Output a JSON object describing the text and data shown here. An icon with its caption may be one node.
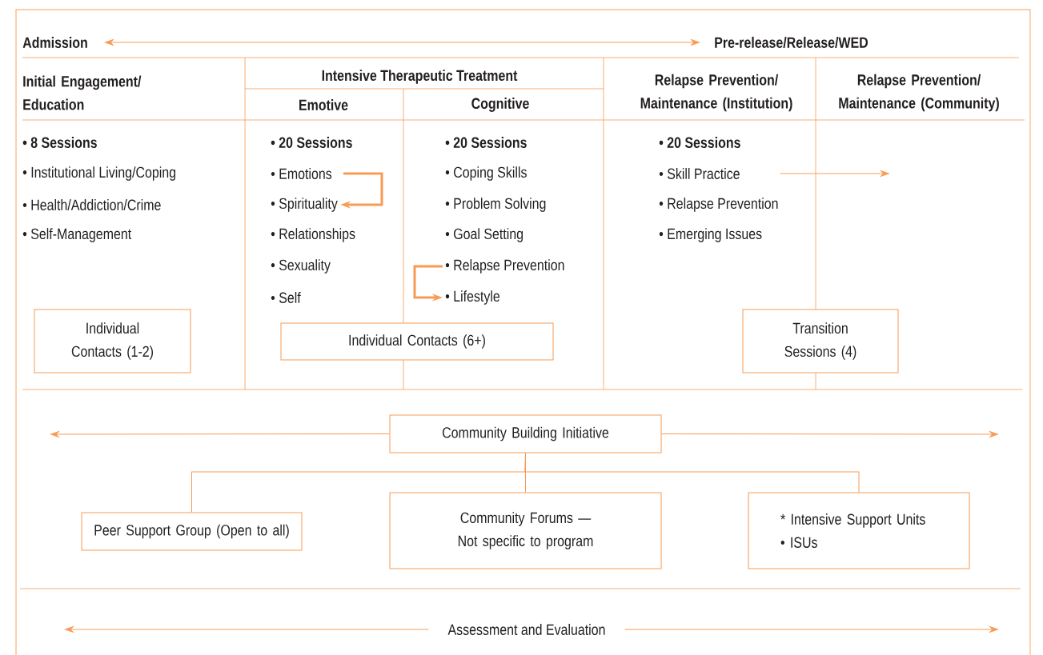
{
  "diagram": {
    "nodes": [
      {
        "text": [
          "Admission"
        ]
      },
      {
        "text": [
          "Pre-release/Release/WED"
        ]
      },
      {
        "text": [
          "• Emotions"
        ]
      },
      {
        "text": [
          "• Spirituality"
        ]
      },
      {
        "text": [
          "• Relapse Prevention"
        ]
      },
      {
        "text": [
          "• Lifestyle"
        ]
      },
      {
        "text": [
          "• Skill Practice"
        ]
      },
      {
        "text": [
          "Individual Contacts (1-2)"
        ]
      },
      {
        "text": [
          "Individual Contacts (6+)"
        ]
      },
      {
        "text": [
          "Transition Sessions (4)"
        ]
      },
      {
        "text": [
          "Community Building Initiative"
        ]
      },
      {
        "text": [
          "Peer Support Group (Open to all)"
        ]
      },
      {
        "text": [
          "Community Forums — Not specific to program"
        ]
      },
      {
        "text": [
          "* Intensive Support Units",
          "• ISUs"
        ]
      },
      {
        "text": [
          "Assessment and Evaluation"
        ]
      }
    ],
    "edges": [
      {
        "from": 0,
        "to": 1,
        "arrow": "both"
      },
      {
        "from": 2,
        "to": 3,
        "arrow": "to",
        "style": "thick"
      },
      {
        "from": 4,
        "to": 5,
        "arrow": "to",
        "style": "thick"
      },
      {
        "from": 6,
        "to": null,
        "arrow": "to"
      },
      {
        "from": 10,
        "to": null,
        "arrow": "to"
      },
      {
        "from": 10,
        "to": null,
        "arrow": "to"
      },
      {
        "from": 10,
        "to": 11,
        "arrow": "none"
      },
      {
        "from": 10,
        "to": 12,
        "arrow": "none"
      },
      {
        "from": 10,
        "to": 13,
        "arrow": "none"
      },
      {
        "from": 14,
        "to": null,
        "arrow": "to"
      },
      {
        "from": 14,
        "to": null,
        "arrow": "to"
      }
    ],
    "labels": [
      "Initial Engagement/ Education",
      "Intensive Therapeutic Treatment",
      "Emotive",
      "Cognitive",
      "Relapse Prevention/ Maintenance (Institution)",
      "Relapse Prevention/ Maintenance (Community)",
      "• 8 Sessions",
      "• Institutional Living/Coping",
      "• Health/Addiction/Crime",
      "• Self-Management",
      "• 20 Sessions",
      "• Relationships",
      "• Sexuality",
      "• Self",
      "• 20 Sessions",
      "• Coping Skills",
      "• Problem Solving",
      "• Goal Setting",
      "• 20 Sessions",
      "• Relapse Prevention",
      "• Emerging Issues"
    ]
  }
}
